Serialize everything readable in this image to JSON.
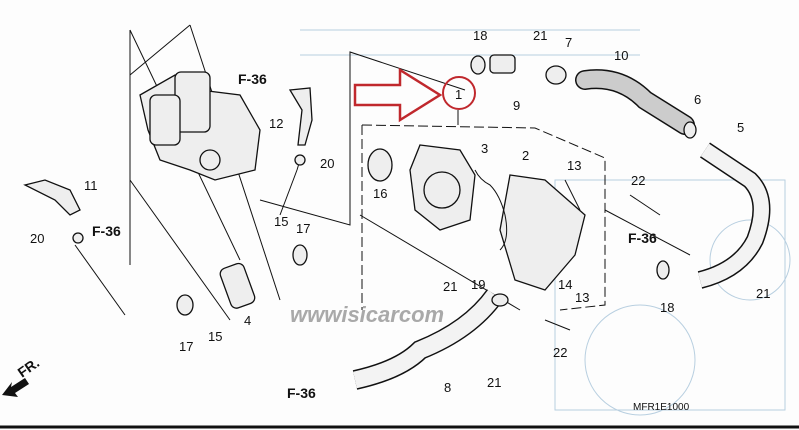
{
  "diagram": {
    "callouts": [
      "18",
      "21",
      "7",
      "10",
      "9",
      "1",
      "6",
      "5",
      "12",
      "20",
      "16",
      "3",
      "2",
      "13",
      "22",
      "11",
      "20",
      "15",
      "17",
      "21",
      "19",
      "14",
      "13",
      "18",
      "21",
      "4",
      "17",
      "15",
      "22",
      "21",
      "8"
    ],
    "references": [
      "F-36",
      "F-36",
      "F-36",
      "F-36"
    ],
    "front_marker": "FR.",
    "watermark": "wwwisicarcom",
    "drawing_code": "MFR1E1000",
    "highlight_color": "#c0282d"
  }
}
